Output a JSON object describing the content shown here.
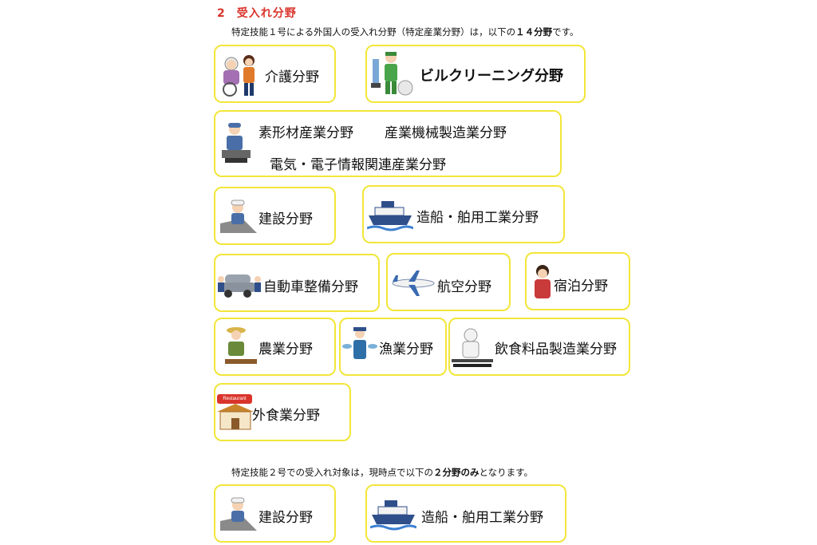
{
  "heading": {
    "number": "2",
    "title": "受入れ分野"
  },
  "intro1": {
    "prefix": "特定技能１号による外国人の受入れ分野（特定産業分野）は，以下の",
    "emph": "１４分野",
    "suffix": "です。"
  },
  "fields": {
    "kaigo": "介護分野",
    "building_cleaning": "ビルクリーニング分野",
    "manufacturing_line1a": "素形材産業分野",
    "manufacturing_line1b": "産業機械製造業分野",
    "manufacturing_line2": "電気・電子情報関連産業分野",
    "construction": "建設分野",
    "shipbuilding": "造船・舶用工業分野",
    "automobile": "自動車整備分野",
    "aviation": "航空分野",
    "lodging": "宿泊分野",
    "agriculture": "農業分野",
    "fishery": "漁業分野",
    "food_manufacturing": "飲食料品製造業分野",
    "food_service": "外食業分野"
  },
  "intro2": {
    "prefix": "特定技能２号での受入れ対象は，現時点で以下の",
    "emph": "２分野のみ",
    "suffix": "となります。"
  },
  "fields2": {
    "construction": "建設分野",
    "shipbuilding": "造船・舶用工業分野"
  },
  "restaurant_sign": "Restaurant",
  "colors": {
    "heading": "#d9342b",
    "border": "#f2e63a"
  }
}
